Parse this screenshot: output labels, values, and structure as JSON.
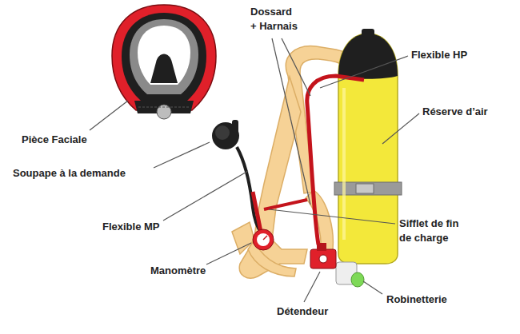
{
  "diagram": {
    "labels": [
      "Pièce Faciale",
      "Soupape à la demande",
      "Flexible MP",
      "Manomètre",
      "Détendeur",
      "Dossard + Harnais",
      "Flexible HP",
      "Réserve d’air",
      "Sifflet de fin de charge",
      "Robinetterie"
    ]
  }
}
